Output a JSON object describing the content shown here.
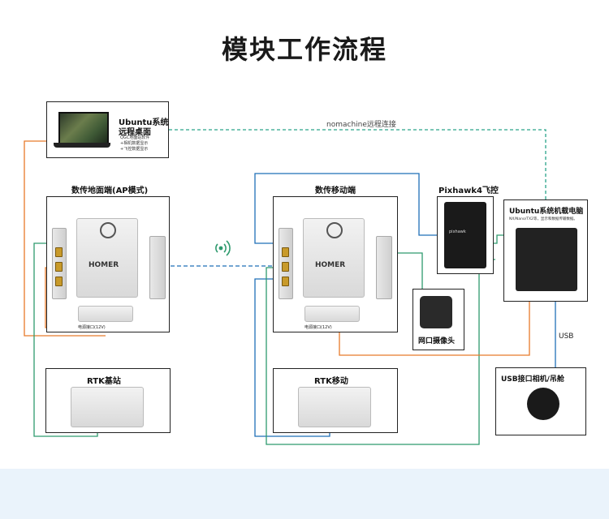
{
  "title": "模块工作流程",
  "remote_link_label": "nomachine远程连接",
  "usb_label": "USB",
  "laptop": {
    "title_line1": "Ubuntu系统",
    "title_line2": "远程桌面",
    "desc_line1": "QGC地面站软件",
    "desc_line2": "+相机数据显示",
    "desc_line3": "+飞控数据显示"
  },
  "ground_station": {
    "title": "数传地面端(AP模式)",
    "brand": "HOMER",
    "power_label": "电源接口(12V)"
  },
  "mobile_station": {
    "title": "数传移动端",
    "brand": "HOMER",
    "power_label": "电源接口(12V)"
  },
  "pixhawk": {
    "title": "Pixhawk4飞控",
    "screen_text": "pixhawk"
  },
  "onboard_pc": {
    "title": "Ubuntu系统机载电脑",
    "desc": "NX/Nano/TX2等，显示和数据传输数据。"
  },
  "network_camera": {
    "title": "网口摄像头"
  },
  "usb_camera": {
    "title": "USB接口相机/吊舱"
  },
  "rtk_base": {
    "title": "RTK基站"
  },
  "rtk_mobile": {
    "title": "RTK移动"
  },
  "colors": {
    "orange": "#e87a2a",
    "blue": "#1f6fb8",
    "green": "#2e9a6e",
    "teal_dash": "#2aa38a",
    "band": "#eaf3fb"
  }
}
